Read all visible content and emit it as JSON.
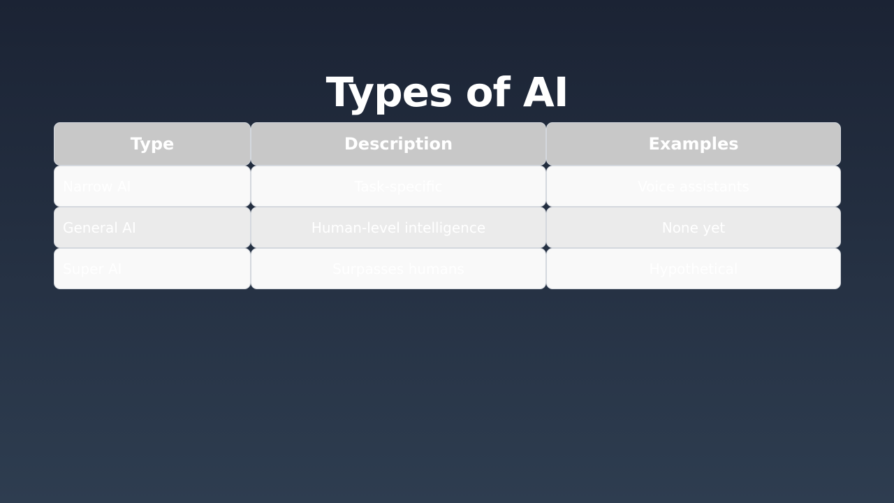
{
  "slide": {
    "title": "Types of AI"
  },
  "table": {
    "headers": [
      "Type",
      "Description",
      "Examples"
    ],
    "rows": [
      [
        "Narrow AI",
        "Task-specific",
        "Voice assistants"
      ],
      [
        "General AI",
        "Human-level intelligence",
        "None yet"
      ],
      [
        "Super AI",
        "Surpasses humans",
        "Hypothetical"
      ]
    ]
  },
  "colors": {
    "background_top": "#1b2334",
    "background_bottom": "#2e3d50",
    "header_fill": "#c8c8c8",
    "row_fill_light": "#f9f9f9",
    "row_fill_alt": "#ebebeb",
    "text": "#ffffff"
  }
}
